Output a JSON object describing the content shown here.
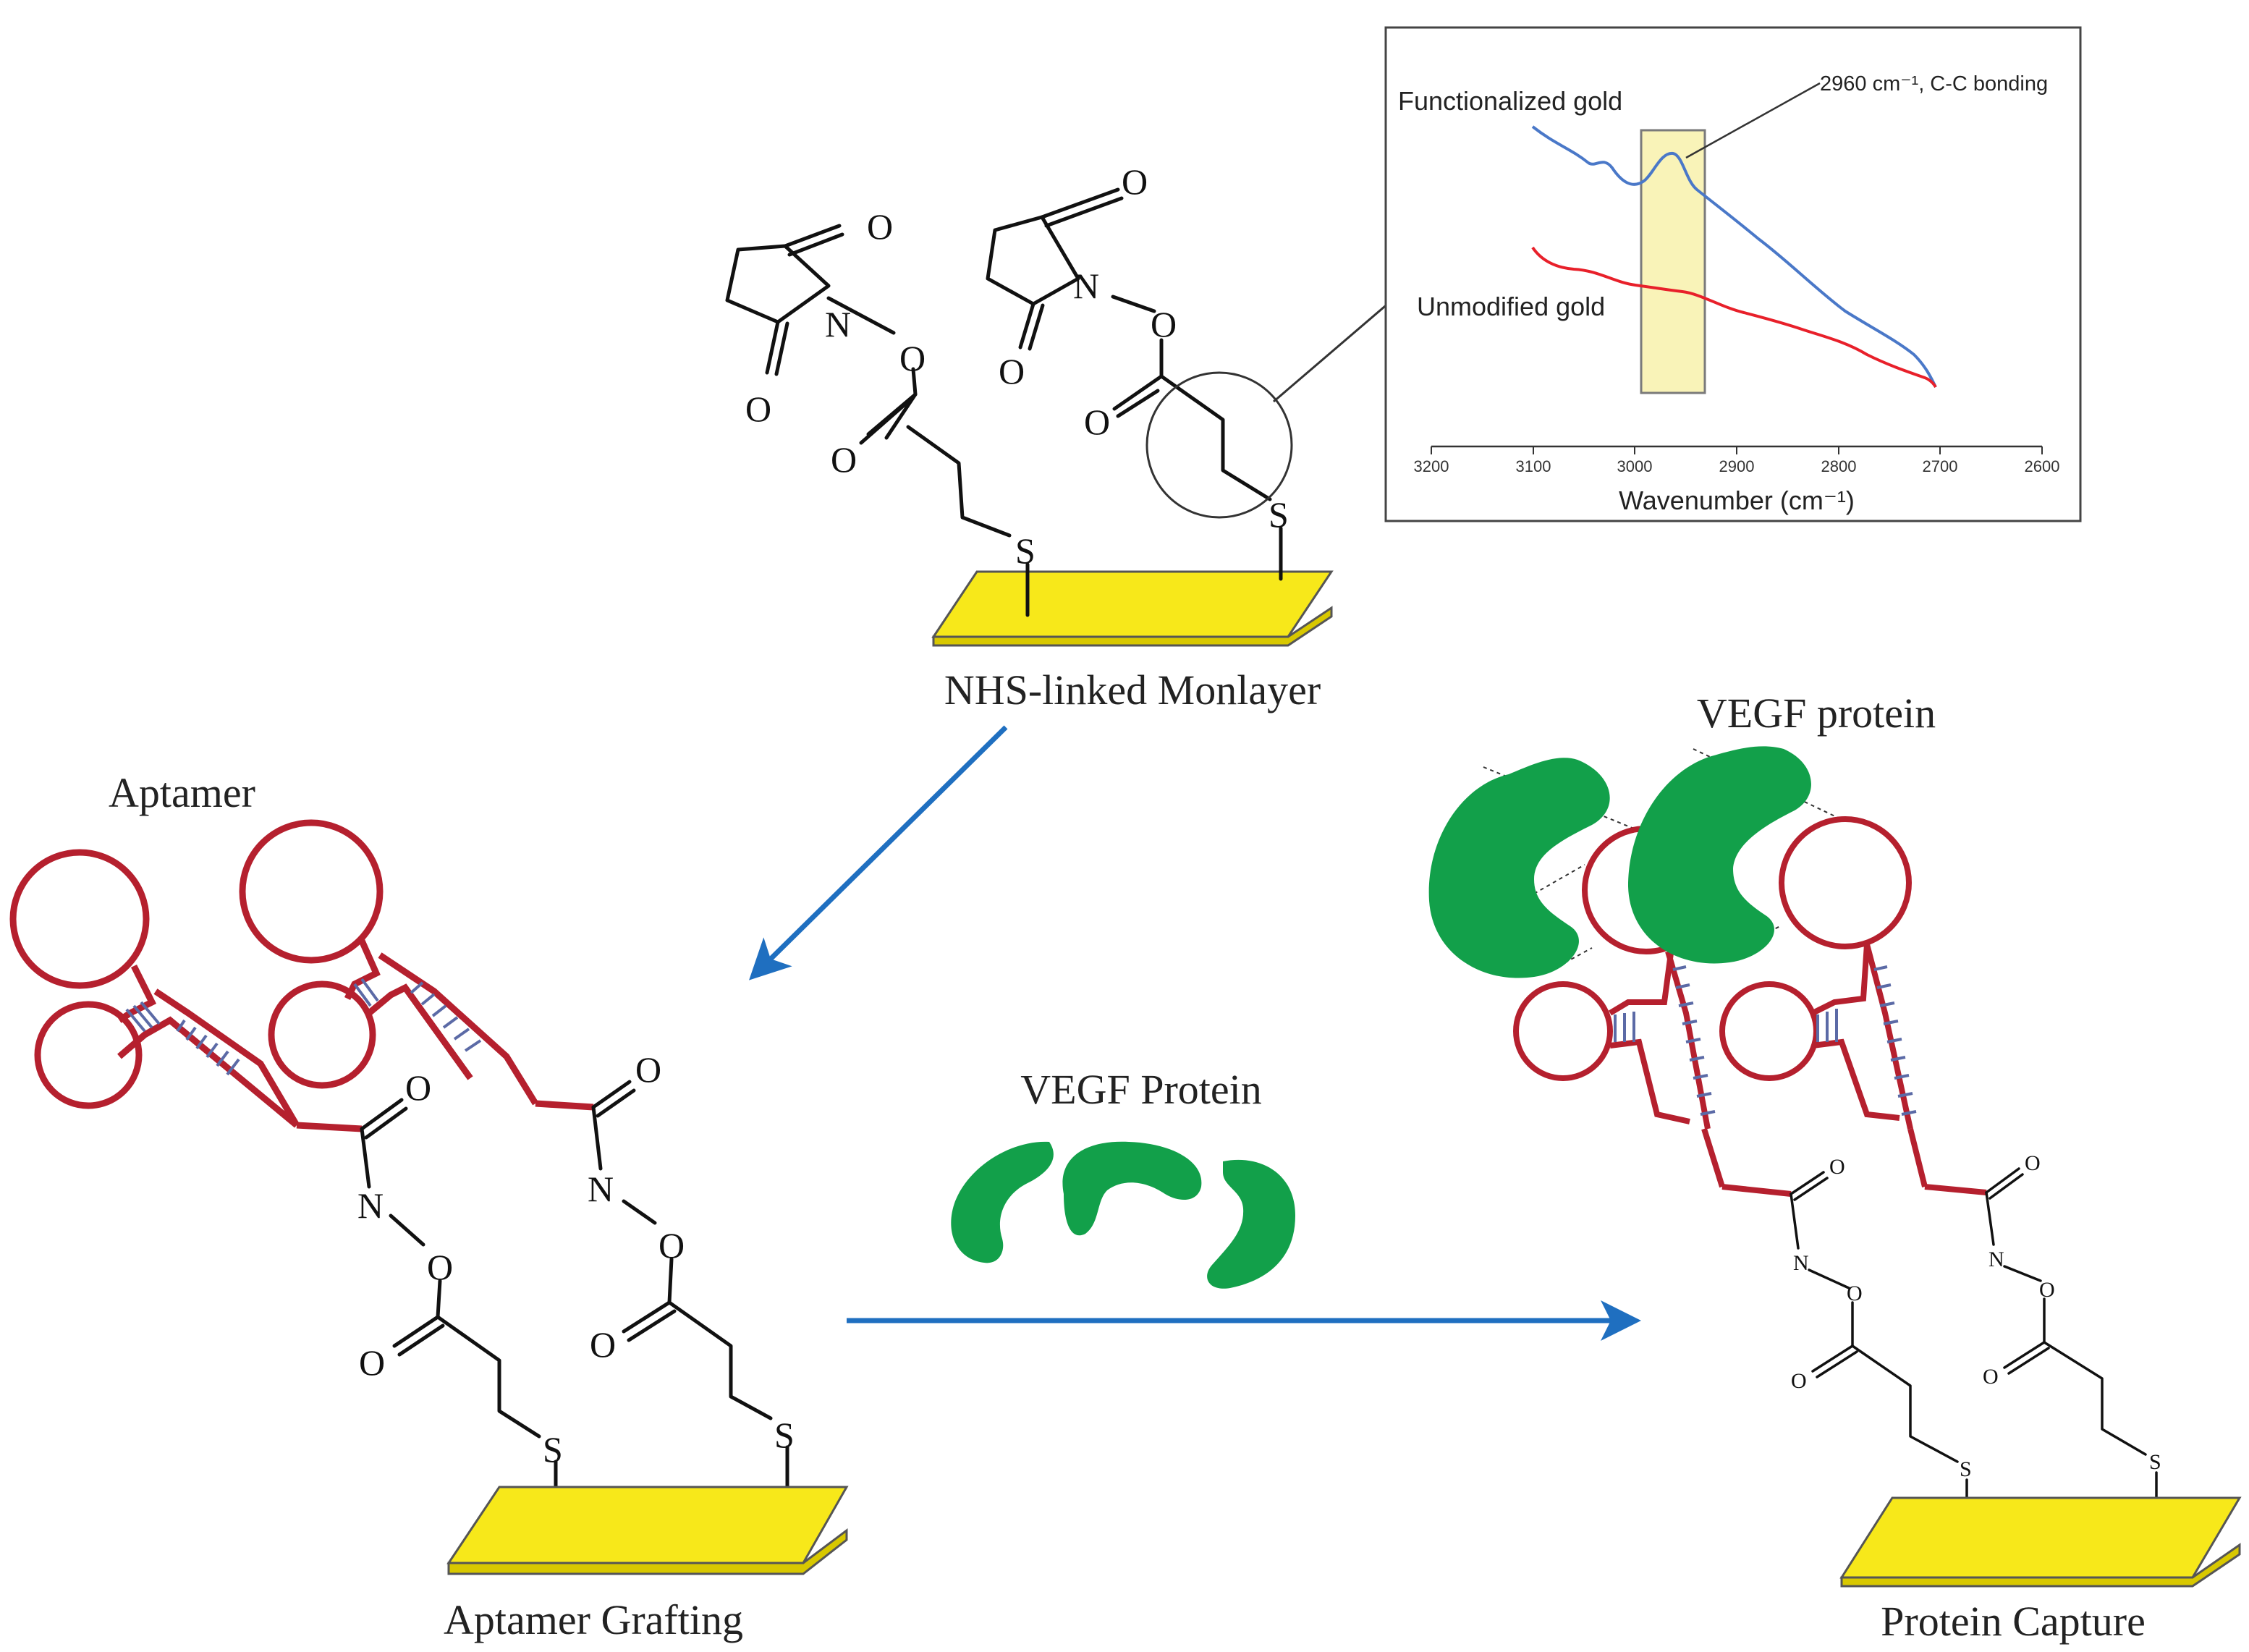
{
  "panels": {
    "monolayer_label": "NHS-linked Monlayer",
    "grafting_label": "Aptamer Grafting",
    "capture_label": "Protein Capture",
    "aptamer_label": "Aptamer",
    "vegf_free_label": "VEGF Protein",
    "vegf_bound_label": "VEGF protein"
  },
  "atoms": {
    "O": "O",
    "N": "N",
    "S": "S"
  },
  "inset": {
    "series1": "Functionalized gold",
    "series2": "Unmodified gold",
    "annotation": "2960 cm⁻¹, C-C bonding",
    "xlabel": "Wavenumber (cm⁻¹)",
    "ticks": [
      "3200",
      "3100",
      "3000",
      "2900",
      "2800",
      "2700",
      "2600"
    ]
  },
  "colors": {
    "gold": "#f7e81a",
    "aptamer": "#b5202e",
    "protein": "#12a04a",
    "arrow": "#1f6fc0",
    "functionalized": "#4a78c8",
    "unmodified": "#e8202a",
    "highlight": "#f9f3b8"
  }
}
